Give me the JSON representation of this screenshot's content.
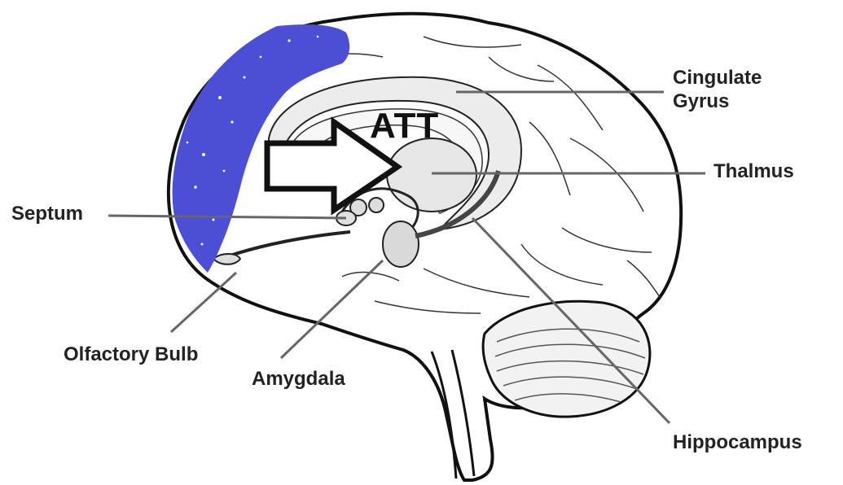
{
  "labels": {
    "cingulate_line1": "Cingulate",
    "cingulate_line2": "Gyrus",
    "thalmus": "Thalmus",
    "septum": "Septum",
    "olfactory_bulb": "Olfactory Bulb",
    "amygdala": "Amygdala",
    "hippocampus": "Hippocampus"
  },
  "annotation": {
    "text": "ATT"
  },
  "colors": {
    "highlight": "#4b4fd6",
    "ink": "#111111",
    "leader": "#666666"
  }
}
